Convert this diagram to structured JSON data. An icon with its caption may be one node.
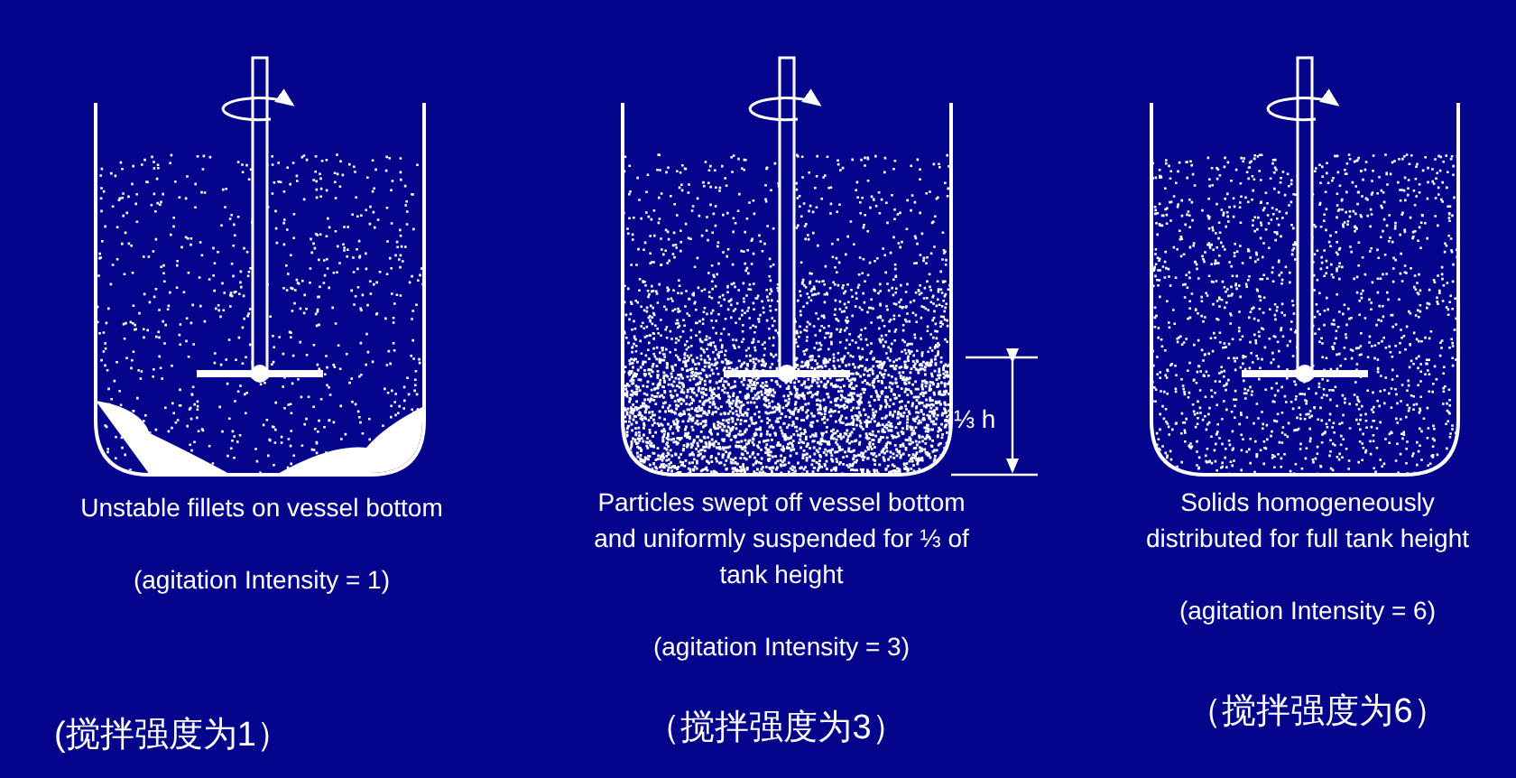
{
  "diagram": {
    "labels": [
      "⅓ h",
      "Unstable fillets on vessel bottom",
      "(agitation Intensity = 1)",
      "Particles swept off vessel bottom and uniformly suspended for ⅓ of tank height",
      "(agitation Intensity = 3)",
      "Solids homogeneously distributed for full tank height",
      "(agitation Intensity = 6)",
      "(搅拌强度为1）",
      "（搅拌强度为3）",
      "（搅拌强度为6）"
    ]
  }
}
